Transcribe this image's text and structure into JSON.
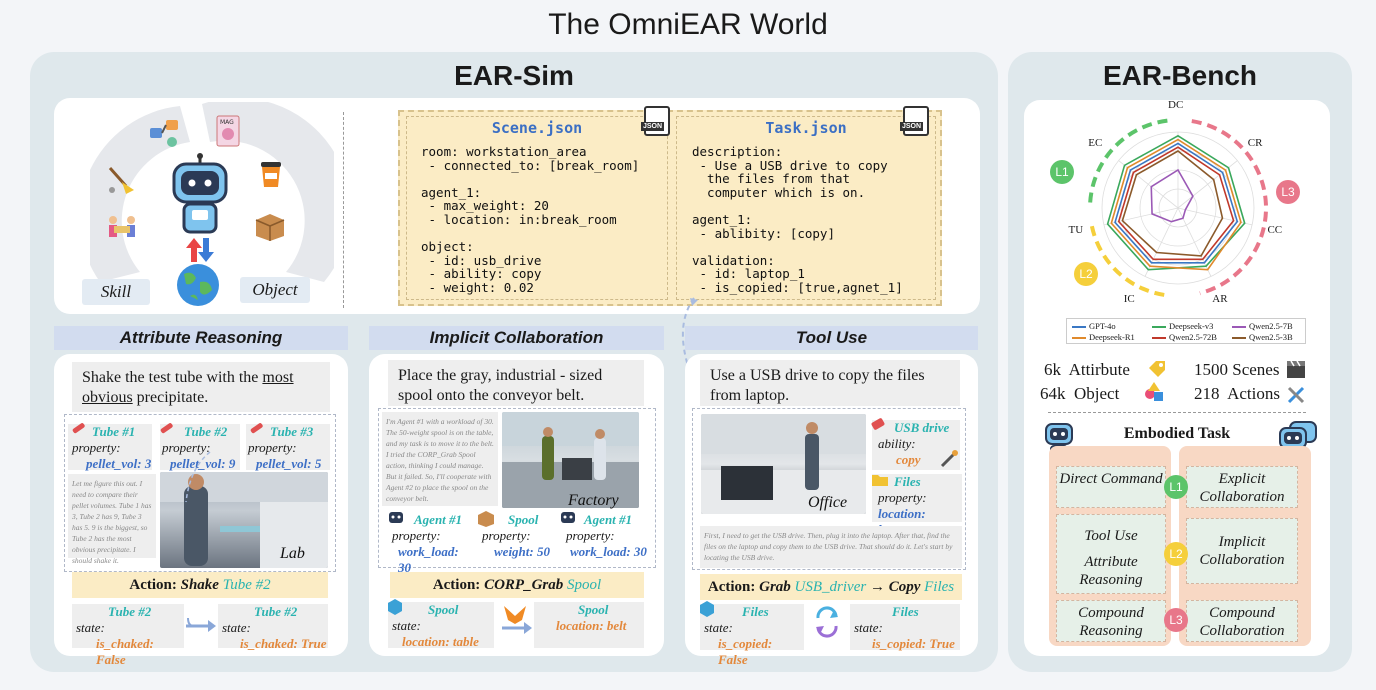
{
  "title": "The OmniEAR World",
  "sim": {
    "title": "EAR-Sim",
    "skill_label": "Skill",
    "object_label": "Object",
    "scene": {
      "title": "Scene.json",
      "icon_label": "JSON",
      "code": "room: workstation_area\n - connected_to: [break_room]\n\nagent_1:\n - max_weight: 20\n - location: in:break_room\n\nobject:\n - id: usb_drive\n - ability: copy\n - weight: 0.02"
    },
    "task": {
      "title": "Task.json",
      "icon_label": "JSON",
      "code": "description:\n - Use a USB drive to copy\n  the files from that\n  computer which is on.\n\nagent_1:\n - ablibity: [copy]\n\nvalidation:\n - id: laptop_1\n - is_copied: [true,agnet_1]"
    }
  },
  "attr": {
    "header": "Attribute Reasoning",
    "prompt_pre": "Shake the test tube with the ",
    "prompt_ul": "most obvious",
    "prompt_post": " precipitate.",
    "tubes": [
      {
        "name": "Tube #1",
        "prop": "property:",
        "val": "pellet_vol: 3"
      },
      {
        "name": "Tube #2",
        "prop": "property:",
        "val": "pellet_vol: 9"
      },
      {
        "name": "Tube #3",
        "prop": "property:",
        "val": "pellet_vol: 5"
      }
    ],
    "think": "Let me figure this out. I need to compare their pellet volumes. Tube 1 has 3, Tube 2 has 9, Tube 3 has 5. 9 is the biggest, so Tube 2 has the most obvious precipitate. I should shake it.",
    "photo_label": "Lab",
    "action_pre": "Action: ",
    "action_verb": "Shake",
    "action_obj": "Tube #2",
    "before": {
      "name": "Tube #2",
      "state": "state:",
      "val": "is_chaked: False"
    },
    "after": {
      "name": "Tube #2",
      "state": "state:",
      "val": "is_chaked: True"
    }
  },
  "collab": {
    "header": "Implicit Collaboration",
    "prompt": "Place the gray, industrial - sized spool onto the conveyor belt.",
    "think": "I'm Agent #1 with a workload of 30. The 50-weight spool is on the table, and my task is to move it to the belt. I tried the CORP_Grab Spool action, thinking I could manage. But it failed. So, I'll cooperate with Agent #2 to place the spool on the conveyor belt.",
    "photo_label": "Factory",
    "items": [
      {
        "name": "Agent #1",
        "prop": "property:",
        "val": "work_load: 30"
      },
      {
        "name": "Spool",
        "prop": "property:",
        "val": "weight: 50"
      },
      {
        "name": "Agent #1",
        "prop": "property:",
        "val": "work_load: 30"
      }
    ],
    "action_pre": "Action: ",
    "action_verb": "CORP_Grab",
    "action_obj": "Spool",
    "before": {
      "name": "Spool",
      "state": "state:",
      "val": "location: table"
    },
    "after": {
      "name": "Spool",
      "state": "",
      "val": "location: belt"
    }
  },
  "tool": {
    "header": "Tool Use",
    "prompt": "Use a USB drive to copy the files from laptop.",
    "photo_label": "Office",
    "usb": {
      "name": "USB drive",
      "prop": "ability:",
      "val": "copy"
    },
    "files": {
      "name": "Files",
      "prop": "property:",
      "val": "location: laptop"
    },
    "think": "First, I need to get the USB drive. Then, plug it into the laptop. After that, find the files on the laptop and copy them to the USB drive. That should do it. Let's start by locating the USB drive.",
    "action_pre": "Action: ",
    "action_verb1": "Grab",
    "action_obj1": "USB_driver",
    "arrow": "→",
    "action_verb2": "Copy",
    "action_obj2": "Files",
    "before": {
      "name": "Files",
      "state": "state:",
      "val": "is_copied: False"
    },
    "after": {
      "name": "Files",
      "state": "state:",
      "val": "is_copied: True"
    }
  },
  "bench": {
    "title": "EAR-Bench",
    "radar_axes": [
      "DC",
      "CR",
      "CC",
      "AR",
      "IC",
      "TU",
      "EC"
    ],
    "levels": [
      {
        "label": "L1",
        "color": "#5cc46a"
      },
      {
        "label": "L2",
        "color": "#f5cf3b"
      },
      {
        "label": "L3",
        "color": "#e8778a"
      }
    ],
    "legend": [
      {
        "name": "GPT-4o",
        "color": "#3a78c4"
      },
      {
        "name": "Deepseek-v3",
        "color": "#3aa85c"
      },
      {
        "name": "Qwen2.5-7B",
        "color": "#9b59b6"
      },
      {
        "name": "Deepseek-R1",
        "color": "#e08a2c"
      },
      {
        "name": "Qwen2.5-72B",
        "color": "#c0392b"
      },
      {
        "name": "Qwen2.5-3B",
        "color": "#8b5a2b"
      }
    ],
    "stats": [
      {
        "num": "6k",
        "label": "Attirbute"
      },
      {
        "num": "1500",
        "label": "Scenes"
      },
      {
        "num": "64k",
        "label": "Object"
      },
      {
        "num": "218",
        "label": "Actions"
      }
    ],
    "embodied_title": "Embodied Task",
    "tasks": [
      {
        "level": "L1",
        "left": "Direct Command",
        "right": "Explicit Collaboration"
      },
      {
        "level": "L2",
        "left_a": "Tool Use",
        "left_b": "Attribute Reasoning",
        "right": "Implicit Collaboration"
      },
      {
        "level": "L3",
        "left": "Compound Reasoning",
        "right": "Compound Collaboration"
      }
    ]
  }
}
